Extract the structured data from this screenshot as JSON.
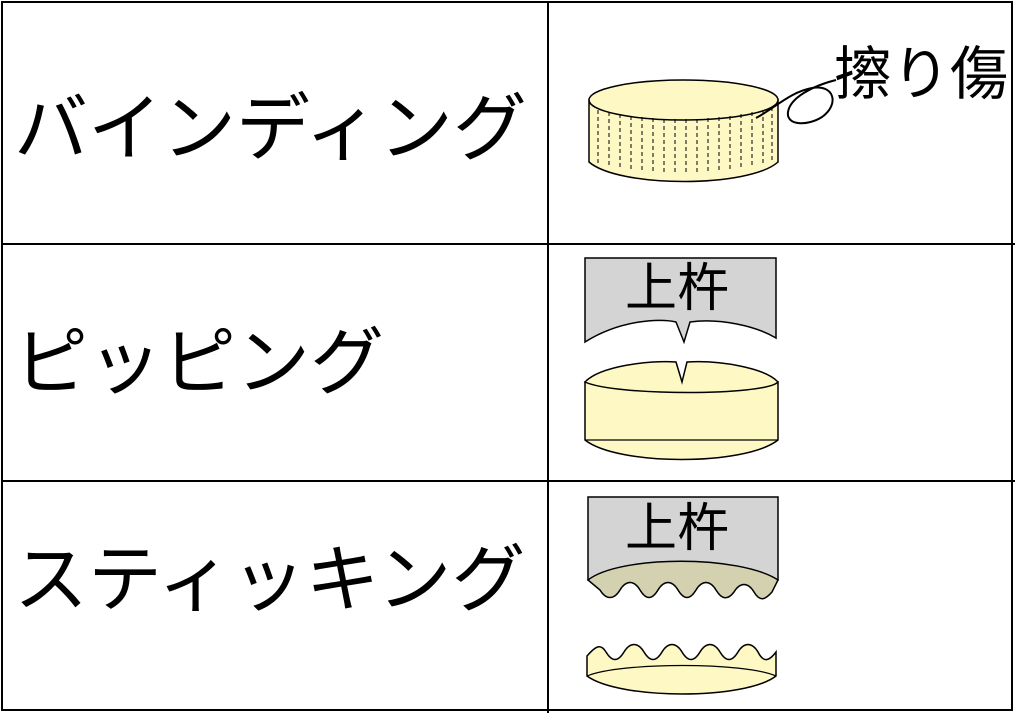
{
  "rows": [
    {
      "name": "バインディング",
      "annotation": "擦り傷"
    },
    {
      "name": "ピッピング",
      "annotation": "上杵"
    },
    {
      "name": "スティッキング",
      "annotation": "上杵"
    }
  ],
  "colors": {
    "tablet_fill": "#fdf8c4",
    "punch_fill": "#d4d4d4",
    "stuck_fill": "#d3d1b0",
    "line": "#000000"
  }
}
